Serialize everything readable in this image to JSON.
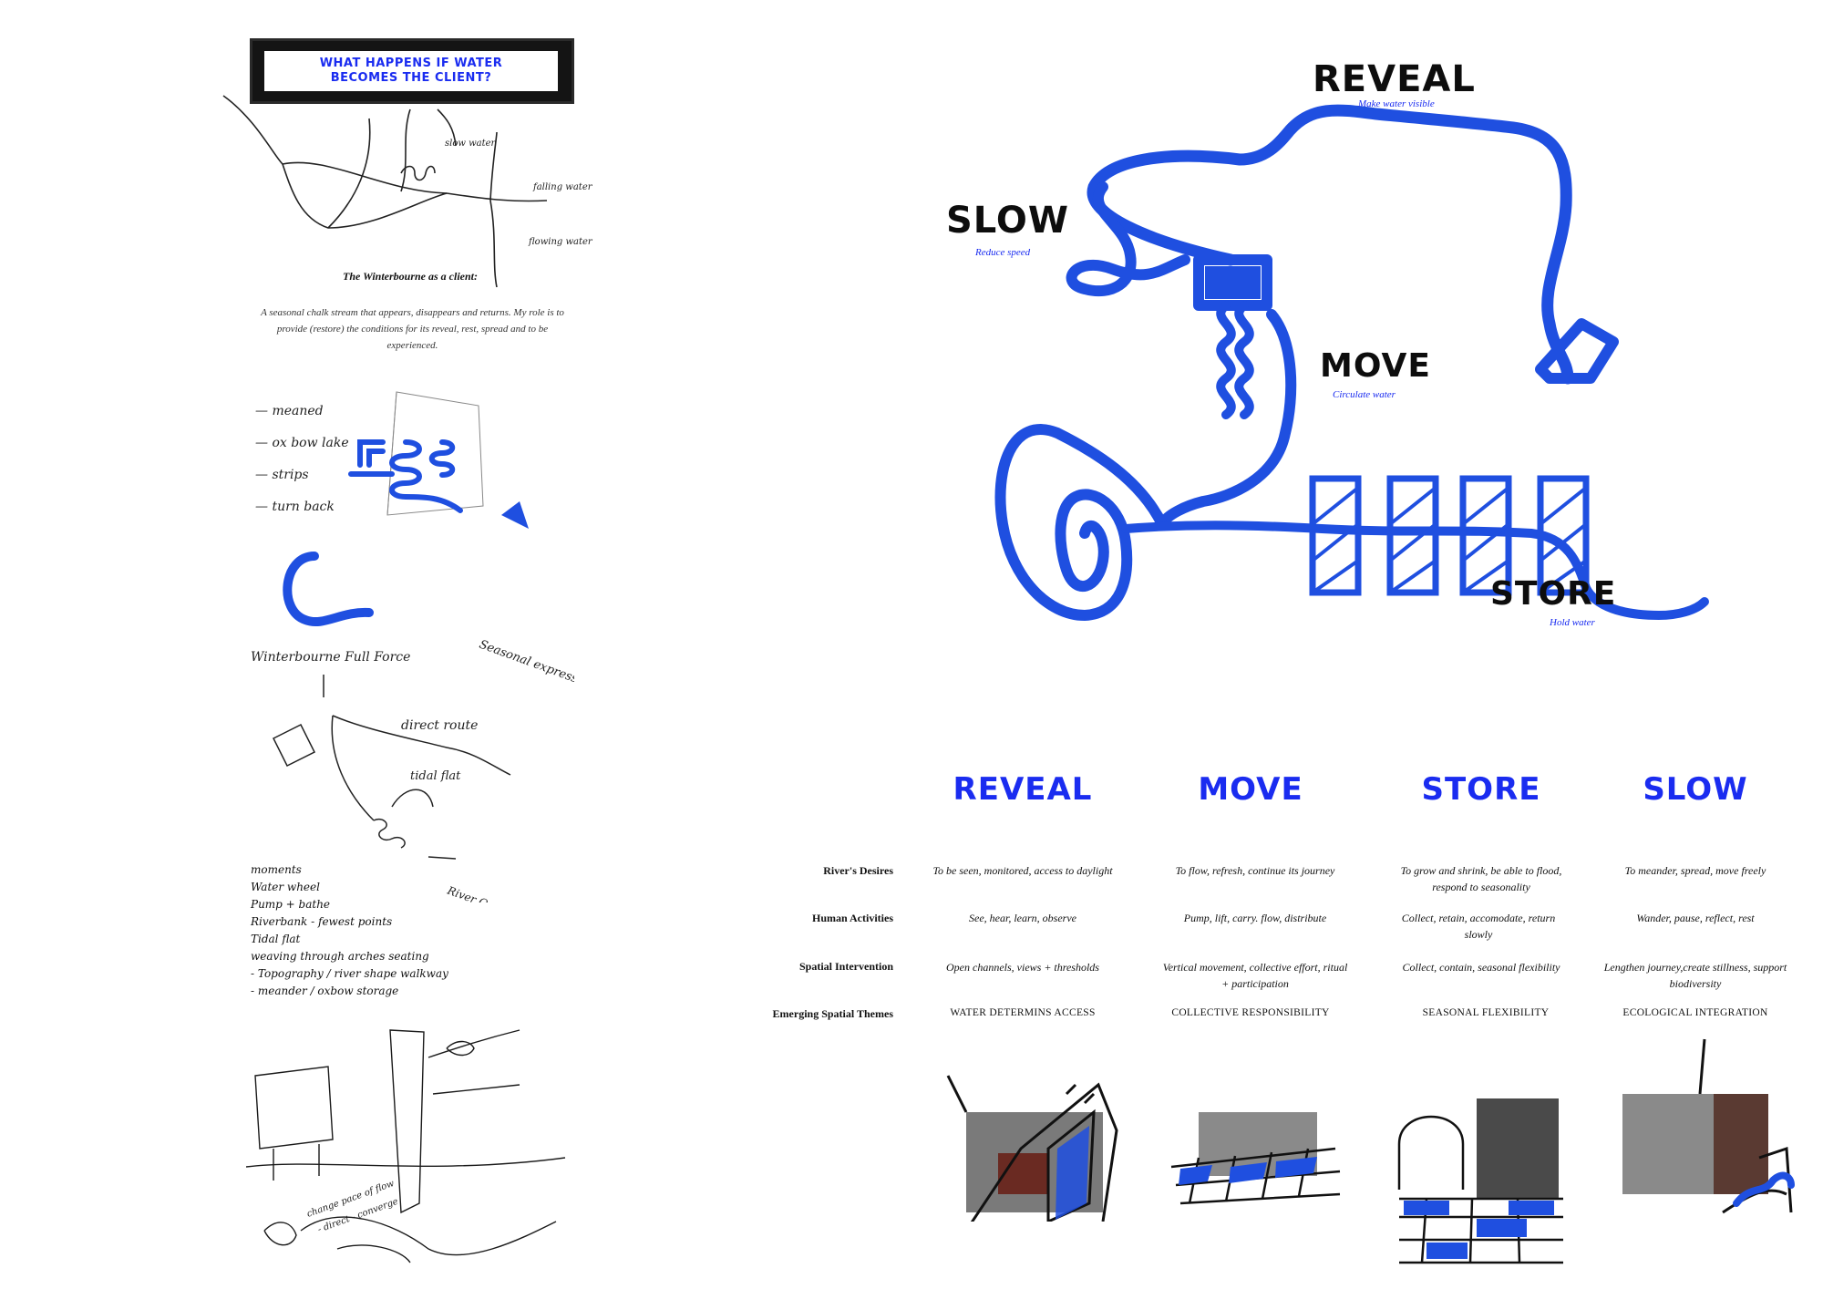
{
  "left_panel": {
    "banner": {
      "line1": "WHAT HAPPENS IF WATER",
      "line2": "BECOMES THE CLIENT?"
    },
    "client_title": "The Winterbourne as a client:",
    "client_body": "A seasonal chalk stream that appears, disappears and returns. My role is to provide (restore) the conditions for its reveal, rest, spread and to be experienced.",
    "sketch1_notes": [
      "slow water",
      "falling water",
      "flowing water"
    ],
    "sketch2_notes": [
      "— meaned",
      "— ox bow lake",
      "— strips",
      "— turn back"
    ],
    "sketch3_notes": [
      "Winterbourne Full Force",
      "Seasonal expression of water",
      "direct route",
      "tidal flat",
      "River Ouse"
    ],
    "moments_list": [
      "moments",
      "Water wheel",
      "Pump + bathe",
      "Riverbank - fewest points",
      "Tidal flat",
      "weaving through arches seating",
      "- Topography / river shape walkway",
      "- meander / oxbow storage"
    ],
    "sketch4_notes": [
      "change pace of flow",
      "- direct - converge"
    ]
  },
  "diagram": {
    "labels": [
      {
        "title": "REVEAL",
        "sub": "Make water visible"
      },
      {
        "title": "SLOW",
        "sub": "Reduce speed"
      },
      {
        "title": "MOVE",
        "sub": "Circulate water"
      },
      {
        "title": "STORE",
        "sub": "Hold water"
      }
    ],
    "stroke_color": "#1f4fe0"
  },
  "matrix": {
    "columns": [
      "REVEAL",
      "MOVE",
      "STORE",
      "SLOW"
    ],
    "row_labels": [
      "River's Desires",
      "Human Activities",
      "Spatial Intervention",
      "Emerging Spatial Themes"
    ],
    "rivers_desires": [
      "To be seen, monitored, access to daylight",
      "To flow, refresh, continue its journey",
      "To grow and shrink, be able to flood, respond to seasonality",
      "To meander, spread, move freely"
    ],
    "human_activities": [
      "See, hear, learn, observe",
      "Pump, lift, carry. flow, distribute",
      "Collect, retain, accomodate, return slowly",
      "Wander, pause, reflect, rest"
    ],
    "spatial_intervention": [
      "Open channels, views + thresholds",
      "Vertical movement, collective effort, ritual + participation",
      "Collect, contain, seasonal flexibility",
      "Lengthen journey,create stillness, support biodiversity"
    ],
    "themes": [
      "WATER DETERMINS ACCESS",
      "COLLECTIVE RESPONSIBILITY",
      "SEASONAL FLEXIBILITY",
      "ECOLOGICAL INTEGRATION"
    ],
    "accent": "#1a2cf0"
  }
}
